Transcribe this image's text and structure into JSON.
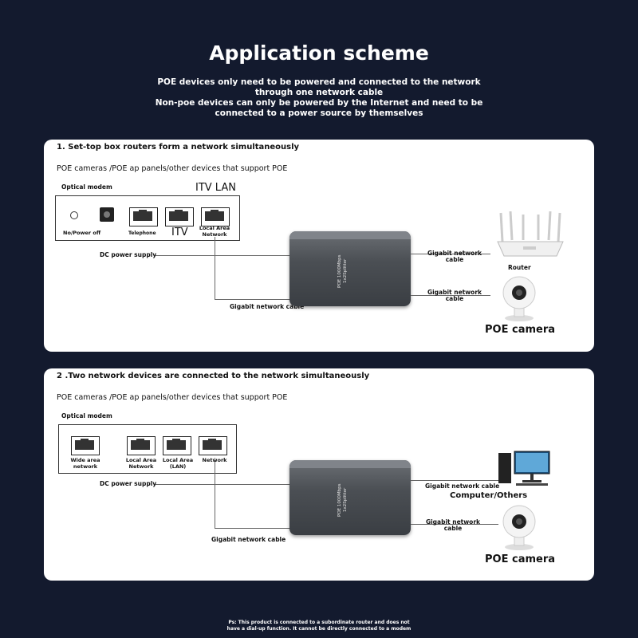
{
  "header": {
    "title": "Application scheme",
    "line1": "POE devices only need to be powered and connected to the network",
    "line2": "through one network cable",
    "line3": "Non-poe devices can only be powered by the Internet and need to be",
    "line4": "connected to a power source by themselves"
  },
  "panel1": {
    "title": "1. Set-top box routers form a network simultaneously",
    "desc": "POE cameras /POE ap panels/other devices that support POE",
    "modem_label": "Optical modem",
    "itv_lan": "ITV LAN",
    "power_label": "No/Power off",
    "telephone": "Telephone",
    "itv": "ITV",
    "lan": "Local Area Network",
    "dc_power": "DC power supply",
    "gigabit_cable": "Gigabit network cable",
    "out1": "Gigabit network cable",
    "out2": "Gigabit network cable",
    "router": "Router",
    "camera": "POE camera",
    "box_text": "POE 1000Mbps 1x2Splitter"
  },
  "panel2": {
    "title": "2 .Two network devices are connected to the network simultaneously",
    "desc": "POE cameras /POE ap panels/other devices that support POE",
    "modem_label": "Optical modem",
    "wan": "Wide area network",
    "lan": "Local Area Network",
    "lan2": "Local Area (LAN)",
    "network": "Network",
    "dc_power": "DC power supply",
    "gigabit_cable": "Gigabit network cable",
    "out1": "Gigabit network cable",
    "computer": "Computer/Others",
    "out2": "Gigabit network cable",
    "camera": "POE camera",
    "box_text": "POE 1000Mbps 1x2Splitter"
  },
  "footer": {
    "line1": "Ps: This product is connected to a subordinate router and does not",
    "line2": "have a dial-up function. It cannot be directly connected to a modem"
  },
  "colors": {
    "background": "#131a2e",
    "panel": "#ffffff",
    "device": "#4b4f54"
  }
}
